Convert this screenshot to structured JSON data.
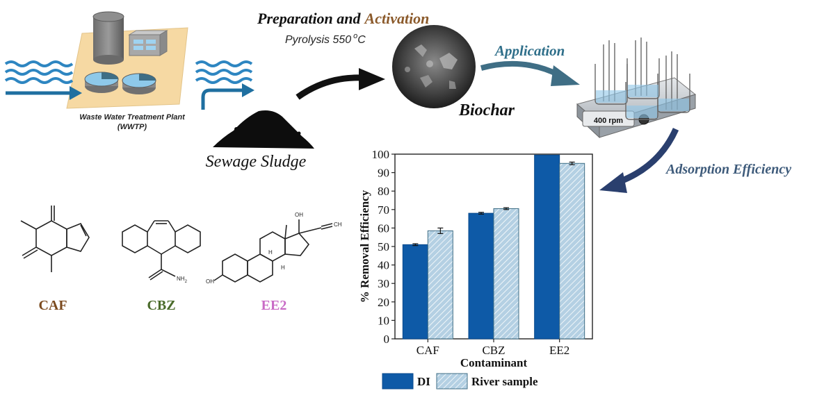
{
  "header": {
    "prep_word": "Preparation and",
    "activation_word": "Activation",
    "pyrolysis_prefix": "Pyrolysis 550",
    "pyrolysis_degree": "o",
    "pyrolysis_unit": "C"
  },
  "labels": {
    "wwtp_line1": "Waste Water Treatment Plant",
    "wwtp_line2": "(WWTP)",
    "sludge": "Sewage Sludge",
    "biochar": "Biochar",
    "application": "Application",
    "stirrer_speed": "400 rpm",
    "adsorption": "Adsorption Efficiency"
  },
  "molecules": {
    "caf": "CAF",
    "cbz": "CBZ",
    "ee2": "EE2",
    "nh2": "NH",
    "nh2_sub": "2",
    "oh": "OH",
    "oh_top": "OH",
    "h": "H",
    "ch": "CH"
  },
  "colors": {
    "wave": "#2e86c1",
    "arrow_dark": "#1f3a5c",
    "arrow_teal": "#3f6e85",
    "activation": "#8b5a2b",
    "caf": "#7b4a1e",
    "cbz": "#4a6b2a",
    "ee2": "#c96bc6",
    "bar_di": "#0e5aa7",
    "bar_river": "#b4d0e3",
    "plant_base": "#f6d9a3"
  },
  "chart_data": {
    "type": "bar",
    "categories": [
      "CAF",
      "CBZ",
      "EE2"
    ],
    "series": [
      {
        "name": "DI",
        "values": [
          51,
          68,
          99.5
        ],
        "errors": [
          0.5,
          0.5,
          0
        ]
      },
      {
        "name": "River sample",
        "values": [
          58.5,
          70.5,
          95
        ],
        "errors": [
          1.5,
          0.5,
          0.7
        ]
      }
    ],
    "xlabel": "Contaminant",
    "ylabel": "% Removal Efficiency",
    "ylim": [
      0,
      100
    ],
    "yticks": [
      "0",
      "10",
      "20",
      "30",
      "40",
      "50",
      "60",
      "70",
      "80",
      "90",
      "100"
    ],
    "legend_position": "bottom"
  }
}
